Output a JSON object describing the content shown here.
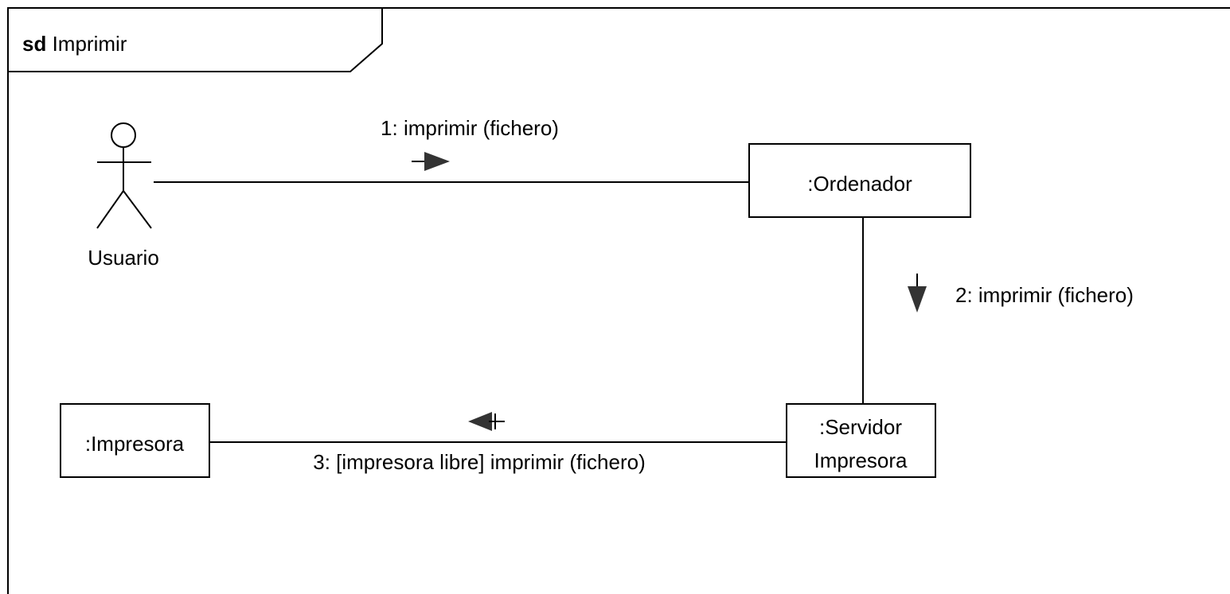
{
  "frame": {
    "keyword": "sd",
    "name": "Imprimir"
  },
  "actor": {
    "name": "Usuario"
  },
  "objects": {
    "ordenador": ":Ordenador",
    "impresora": ":Impresora",
    "servidor_line1": ":Servidor",
    "servidor_line2": "Impresora"
  },
  "messages": {
    "m1": "1: imprimir (fichero)",
    "m2": "2: imprimir (fichero)",
    "m3": "3: [impresora libre] imprimir (fichero)"
  },
  "colors": {
    "line": "#000000",
    "arrow_fill": "#333333",
    "background": "#ffffff"
  }
}
